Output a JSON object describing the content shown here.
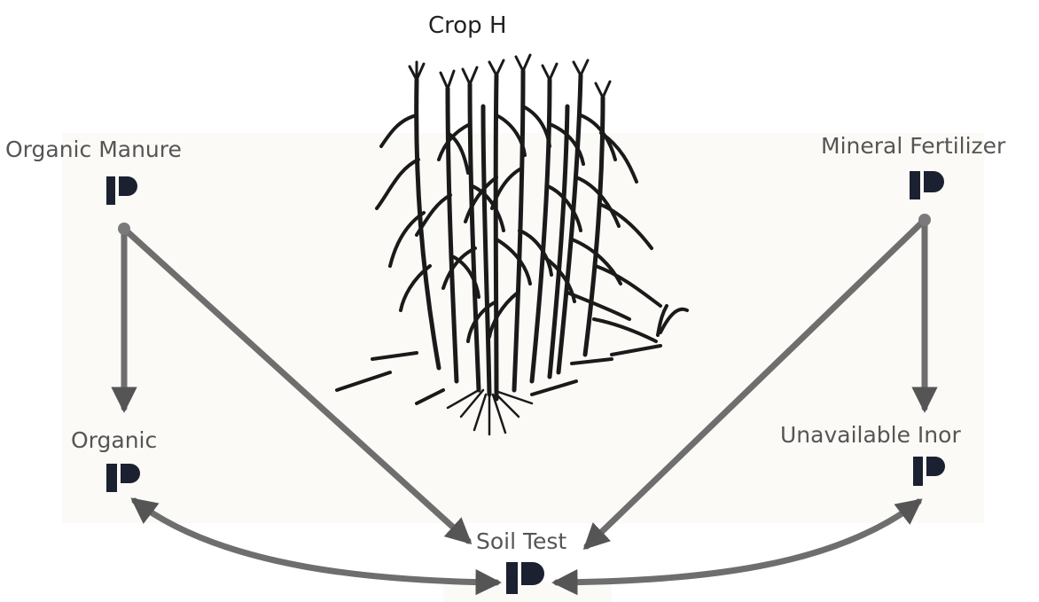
{
  "diagram": {
    "title": "Crop H",
    "nodes": {
      "organic_manure": {
        "label": "Organic Manure",
        "symbol": "P"
      },
      "mineral_fertilizer": {
        "label": "Mineral Fertilizer",
        "symbol": "P"
      },
      "organic": {
        "label": "Organic",
        "symbol": "P"
      },
      "unavailable_inorganic": {
        "label": "Unavailable Inor",
        "symbol": "P"
      },
      "soil_test": {
        "label": "Soil Test",
        "symbol": "P"
      }
    }
  },
  "colors": {
    "arrow": "#6e6e6e",
    "arrow_dark": "#4a4a4a",
    "symbol": "#1b2130",
    "plant": "#1a1a1a",
    "label": "#555555"
  }
}
